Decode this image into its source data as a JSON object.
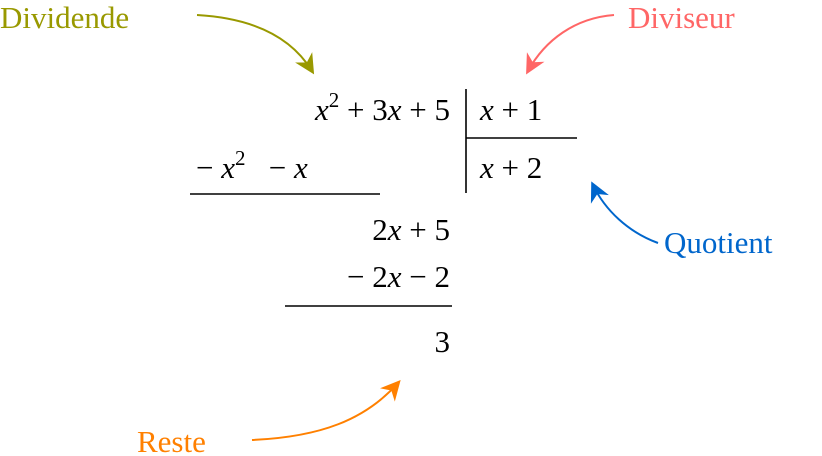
{
  "labels": {
    "dividend": "Dividende",
    "divisor": "Diviseur",
    "quotient": "Quotient",
    "remainder": "Reste"
  },
  "colors": {
    "dividend": "#999900",
    "divisor": "#ff6666",
    "quotient": "#0066cc",
    "remainder": "#ff8000"
  },
  "division": {
    "dividend": {
      "v1": "x",
      "exp": "2",
      "t2": " + 3",
      "v2": "x",
      "t3": " + 5"
    },
    "divisor": {
      "v": "x",
      "t": " + 1"
    },
    "quotient": {
      "v": "x",
      "t": " + 2"
    },
    "step1": {
      "s1": "− ",
      "v1": "x",
      "exp": "2",
      "s2": "   − ",
      "v2": "x"
    },
    "partial": {
      "t1": "2",
      "v": "x",
      "t2": " + 5"
    },
    "step2": {
      "t1": "− 2",
      "v": "x",
      "t2": " − 2"
    },
    "remainder": "3"
  }
}
